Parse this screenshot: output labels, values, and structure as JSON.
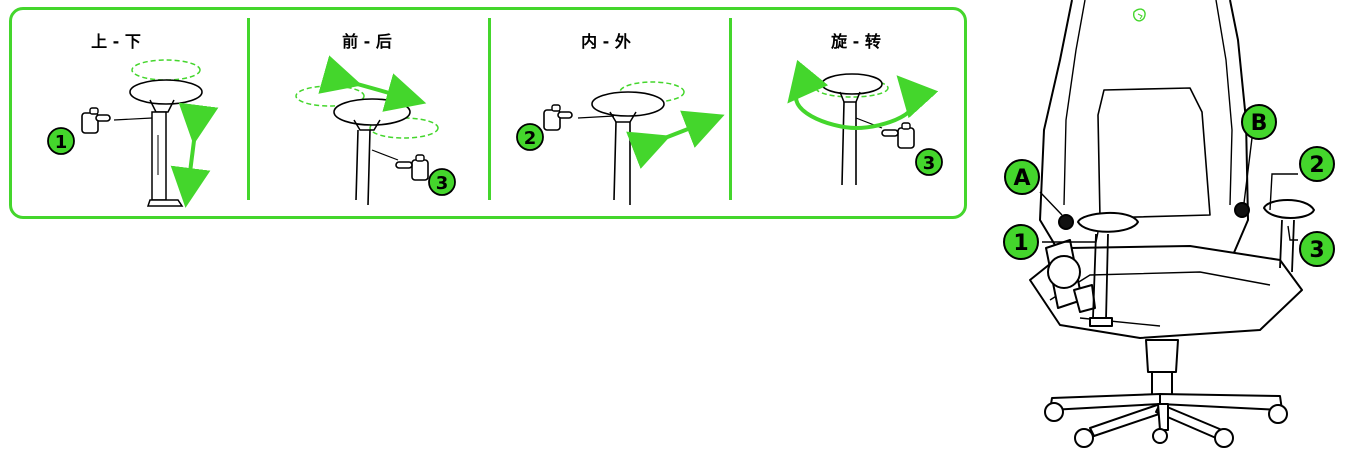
{
  "steps": [
    {
      "title": "上 - 下",
      "marker": "1"
    },
    {
      "title": "前 - 后",
      "marker": "3"
    },
    {
      "title": "内 - 外",
      "marker": "2"
    },
    {
      "title": "旋 - 转",
      "marker": "3"
    }
  ],
  "chair_callouts": {
    "a": "A",
    "b": "B",
    "one": "1",
    "two": "2",
    "three": "3"
  },
  "colors": {
    "accent": "#44d62c",
    "badge": "#44d62c",
    "line": "#000000"
  },
  "icons": [
    "pointing-hand-icon",
    "double-arrow-icon",
    "rotate-arrow-icon",
    "razer-logo-icon"
  ]
}
